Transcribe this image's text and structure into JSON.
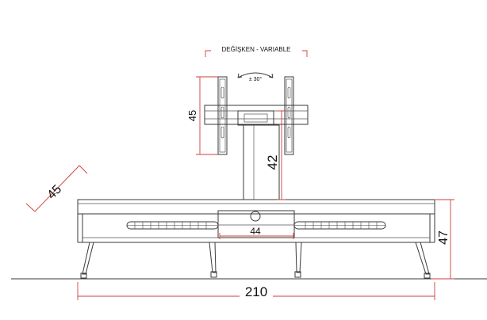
{
  "labels": {
    "variable": "DEĞİŞKEN - VARIABLE",
    "rotation": "± 30°",
    "bracket_height": "45",
    "pole_height": "42",
    "depth": "45",
    "center_width": "44",
    "unit_height": "47",
    "total_width": "210"
  },
  "colors": {
    "dimension_line": "#d23c3c",
    "outline": "#3a3a3a"
  }
}
